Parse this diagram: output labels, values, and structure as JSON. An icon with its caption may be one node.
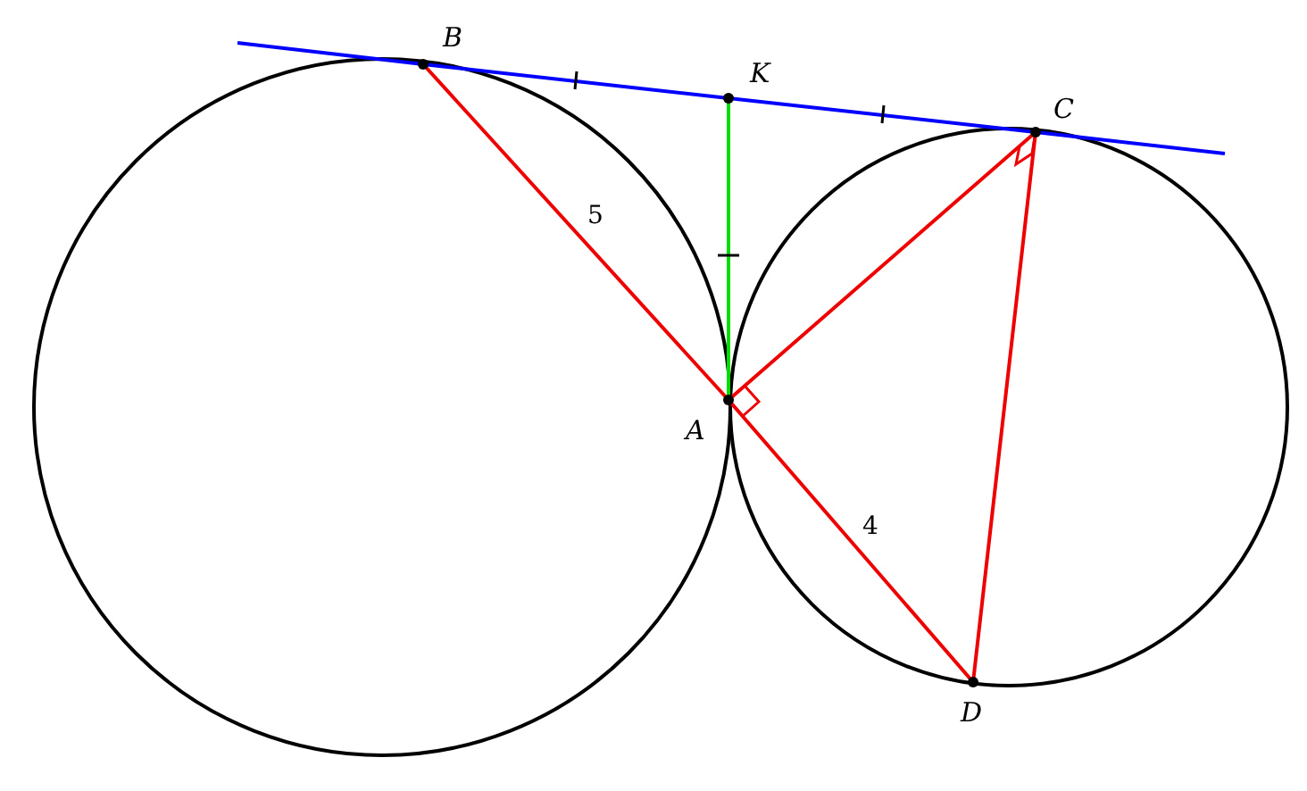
{
  "diagram": {
    "nodes": [
      {
        "text": [
          "B"
        ]
      },
      {
        "text": [
          "K"
        ]
      },
      {
        "text": [
          "C"
        ]
      },
      {
        "text": [
          "A"
        ]
      },
      {
        "text": [
          "D"
        ]
      }
    ],
    "edges": [
      {
        "from": 0,
        "to": 3,
        "arrow": "none",
        "label": "5"
      },
      {
        "from": 3,
        "to": 4,
        "arrow": "none",
        "label": "4"
      },
      {
        "from": 3,
        "to": 2,
        "arrow": "none"
      },
      {
        "from": 2,
        "to": 4,
        "arrow": "none"
      },
      {
        "from": 1,
        "to": 3,
        "arrow": "none",
        "color": "#00dd00"
      },
      {
        "from": 0,
        "to": 1,
        "arrow": "none",
        "color": "#0000ff"
      },
      {
        "from": 1,
        "to": 2,
        "arrow": "none",
        "color": "#0000ff"
      }
    ]
  }
}
